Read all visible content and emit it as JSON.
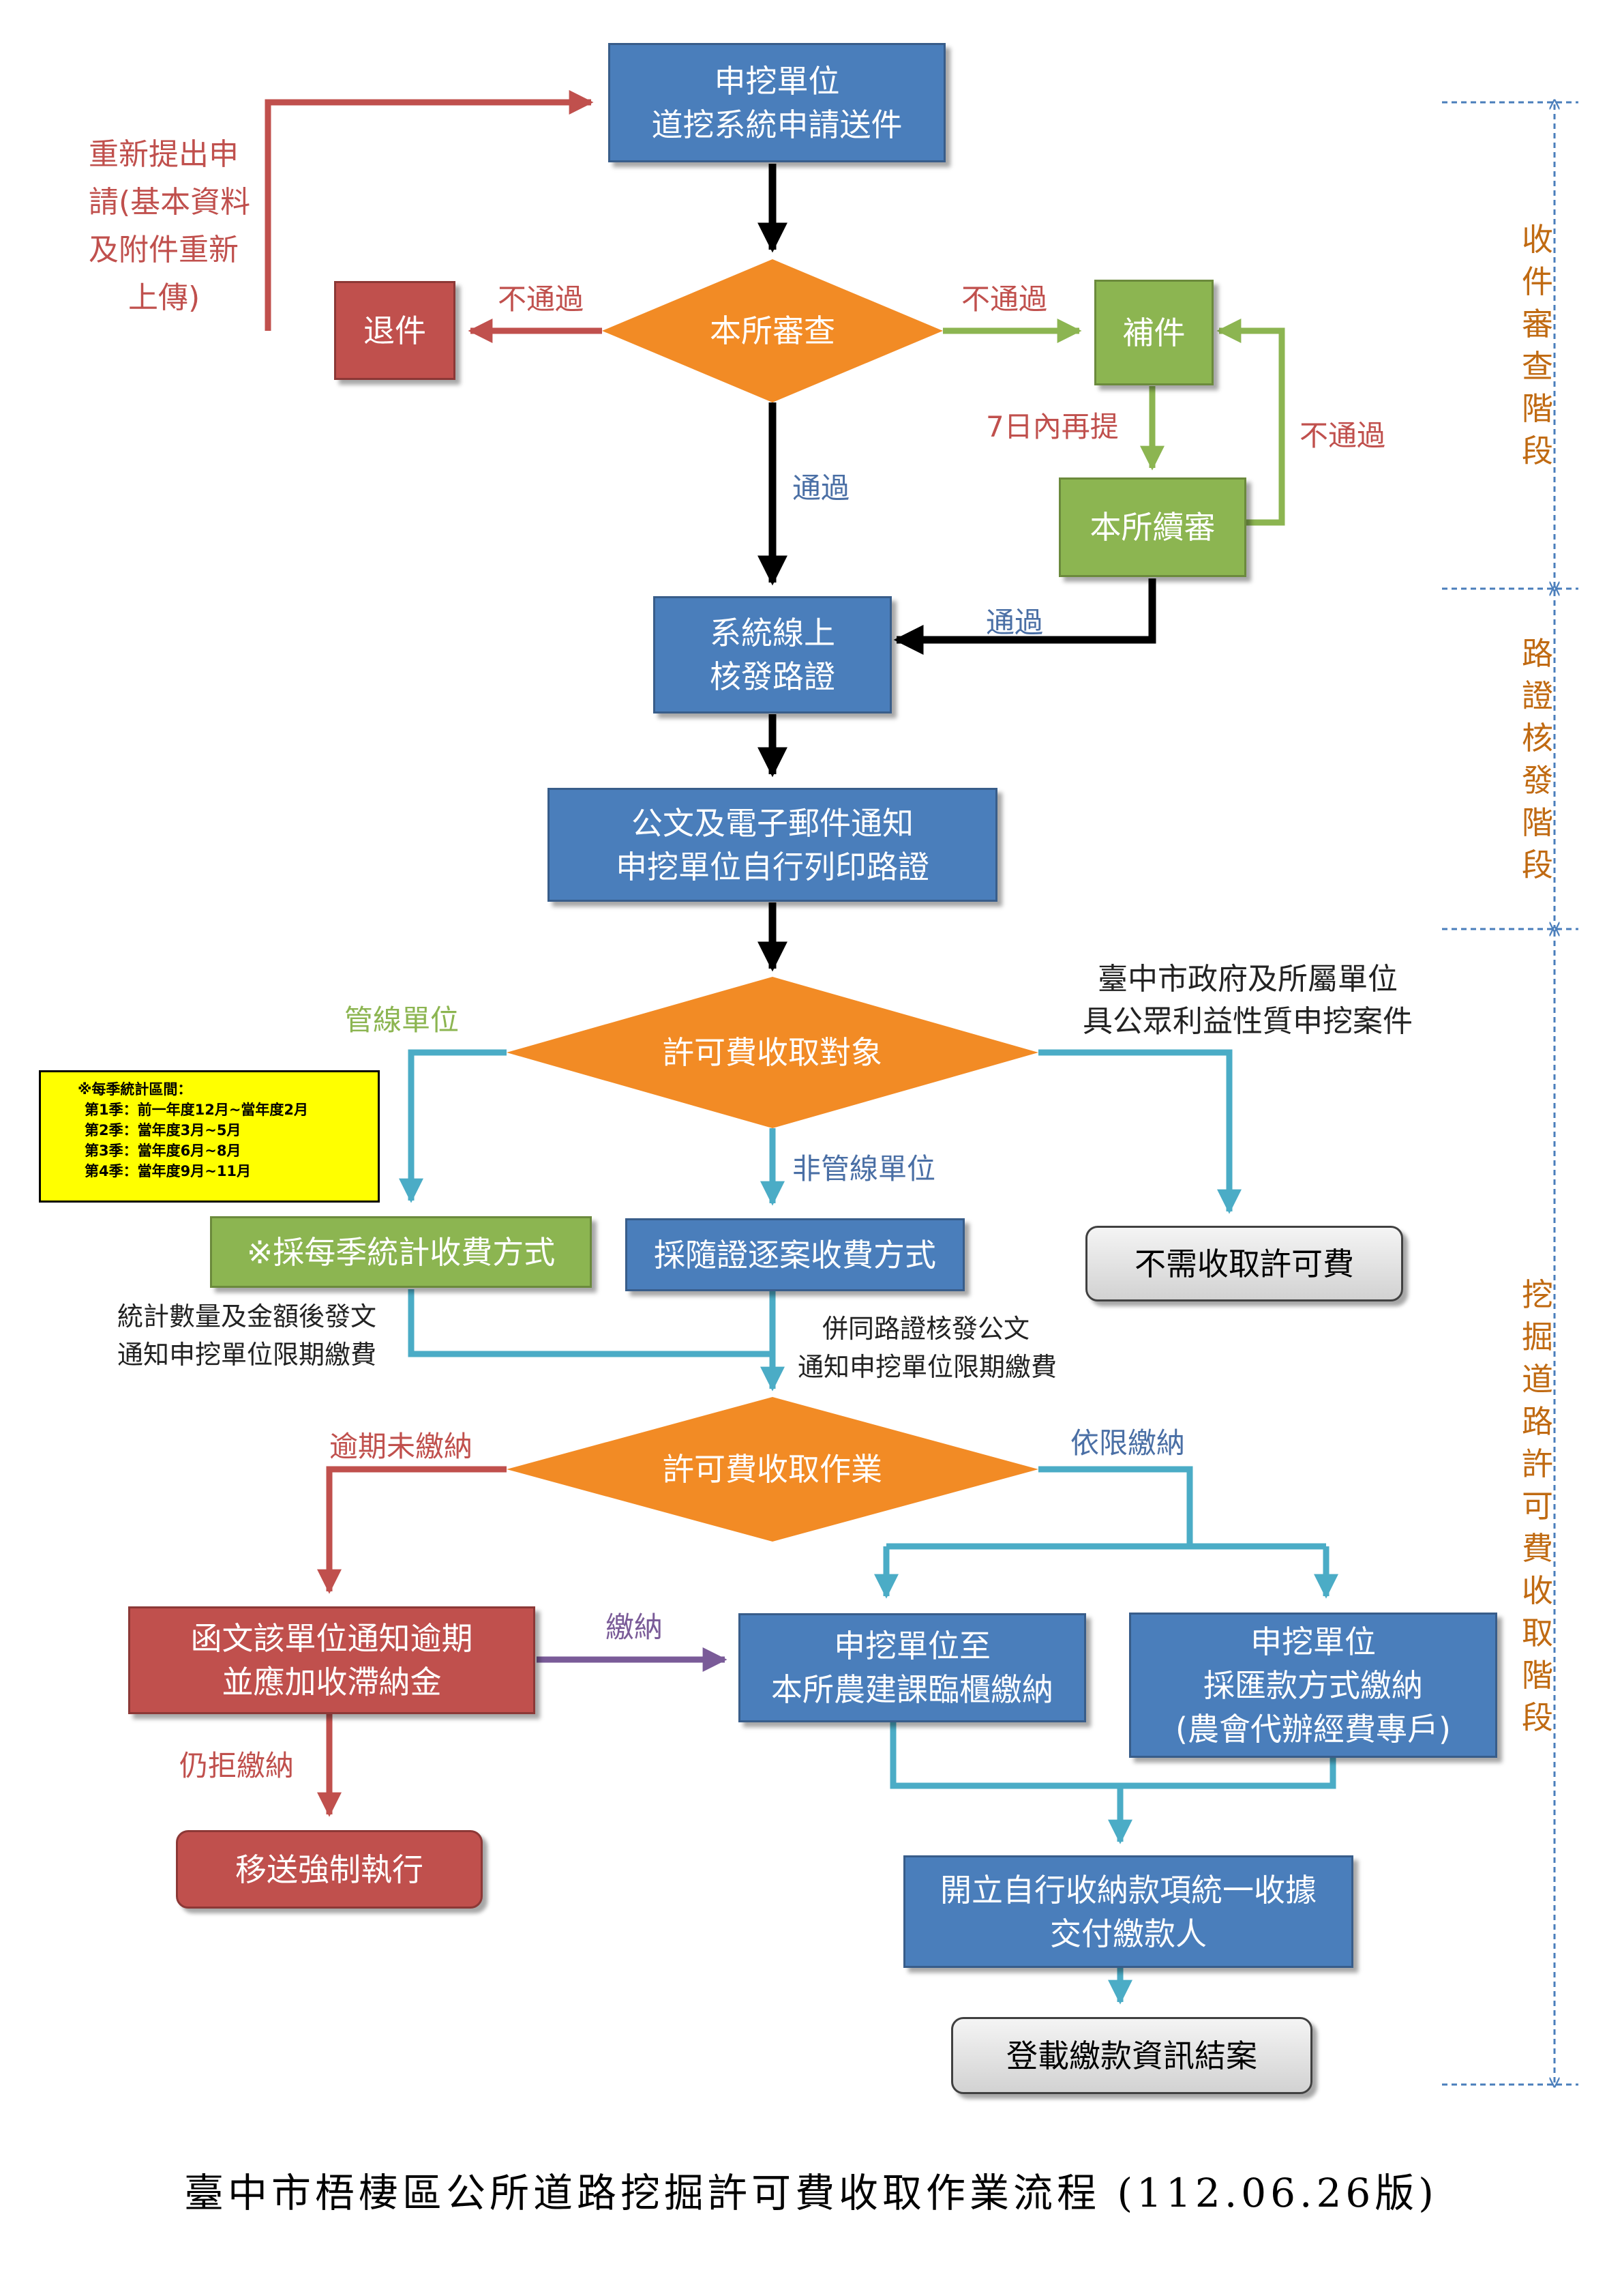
{
  "nodes": {
    "apply": [
      "申挖單位",
      "道挖系統申請送件"
    ],
    "reject": "退件",
    "review": "本所審查",
    "supplement": "補件",
    "continue_review": "本所續審",
    "issue": [
      "系統線上",
      "核發路證"
    ],
    "notify": [
      "公文及電子郵件通知",
      "申挖單位自行列印路證"
    ],
    "fee_target": "許可費收取對象",
    "quarterly": "※採每季統計收費方式",
    "per_case": "採隨證逐案收費方式",
    "no_fee": "不需收取許可費",
    "fee_work": "許可費收取作業",
    "overdue_letter": [
      "函文該單位通知逾期",
      "並應加收滯納金"
    ],
    "enforce": "移送強制執行",
    "counter_pay": [
      "申挖單位至",
      "本所農建課臨櫃繳納"
    ],
    "remit_pay": [
      "申挖單位",
      "採匯款方式繳納",
      "(農會代辦經費專戶)"
    ],
    "receipt": [
      "開立自行收納款項統一收據",
      "交付繳款人"
    ],
    "close": "登載繳款資訊結案"
  },
  "labels": {
    "resubmit": [
      "重新提出申",
      "請(基本資料",
      "及附件重新",
      "上傳)"
    ],
    "fail_left": "不通過",
    "fail_right": "不通過",
    "resubmit_7days": "7日內再提",
    "fail_loop": "不通過",
    "pass_main": "通過",
    "pass_side": "通過",
    "pipeline_unit": "管線單位",
    "non_pipeline_unit": "非管線單位",
    "gov_cases": [
      "臺中市政府及所屬單位",
      "具公眾利益性質申挖案件"
    ],
    "quarterly_note": [
      "統計數量及金額後發文",
      "通知申挖單位限期繳費"
    ],
    "per_case_note": [
      "併同路證核發公文",
      "通知申挖單位限期繳費"
    ],
    "overdue": "逾期未繳納",
    "on_time": "依限繳納",
    "pay": "繳納",
    "still_refuse": "仍拒繳納"
  },
  "quarter_note": {
    "title": "※每季統計區間：",
    "rows": [
      "第1季：前一年度12月~當年度2月",
      "第2季：當年度3月~5月",
      "第3季：當年度6月~8月",
      "第4季：當年度9月~11月"
    ]
  },
  "stages": {
    "review": "收件審查階段",
    "issue": "路證核發階段",
    "fee": "挖掘道路許可費收取階段"
  },
  "caption": "臺中市梧棲區公所道路挖掘許可費收取作業流程 (112.06.26版)",
  "colors": {
    "blue_box": "#4a7ebb",
    "red_box": "#c0504d",
    "green_box": "#8cb551",
    "orange_diamond": "#f28b25",
    "teal_line": "#4bacc6",
    "stage_orange": "#c06a12",
    "note_yellow": "#ffff00"
  }
}
